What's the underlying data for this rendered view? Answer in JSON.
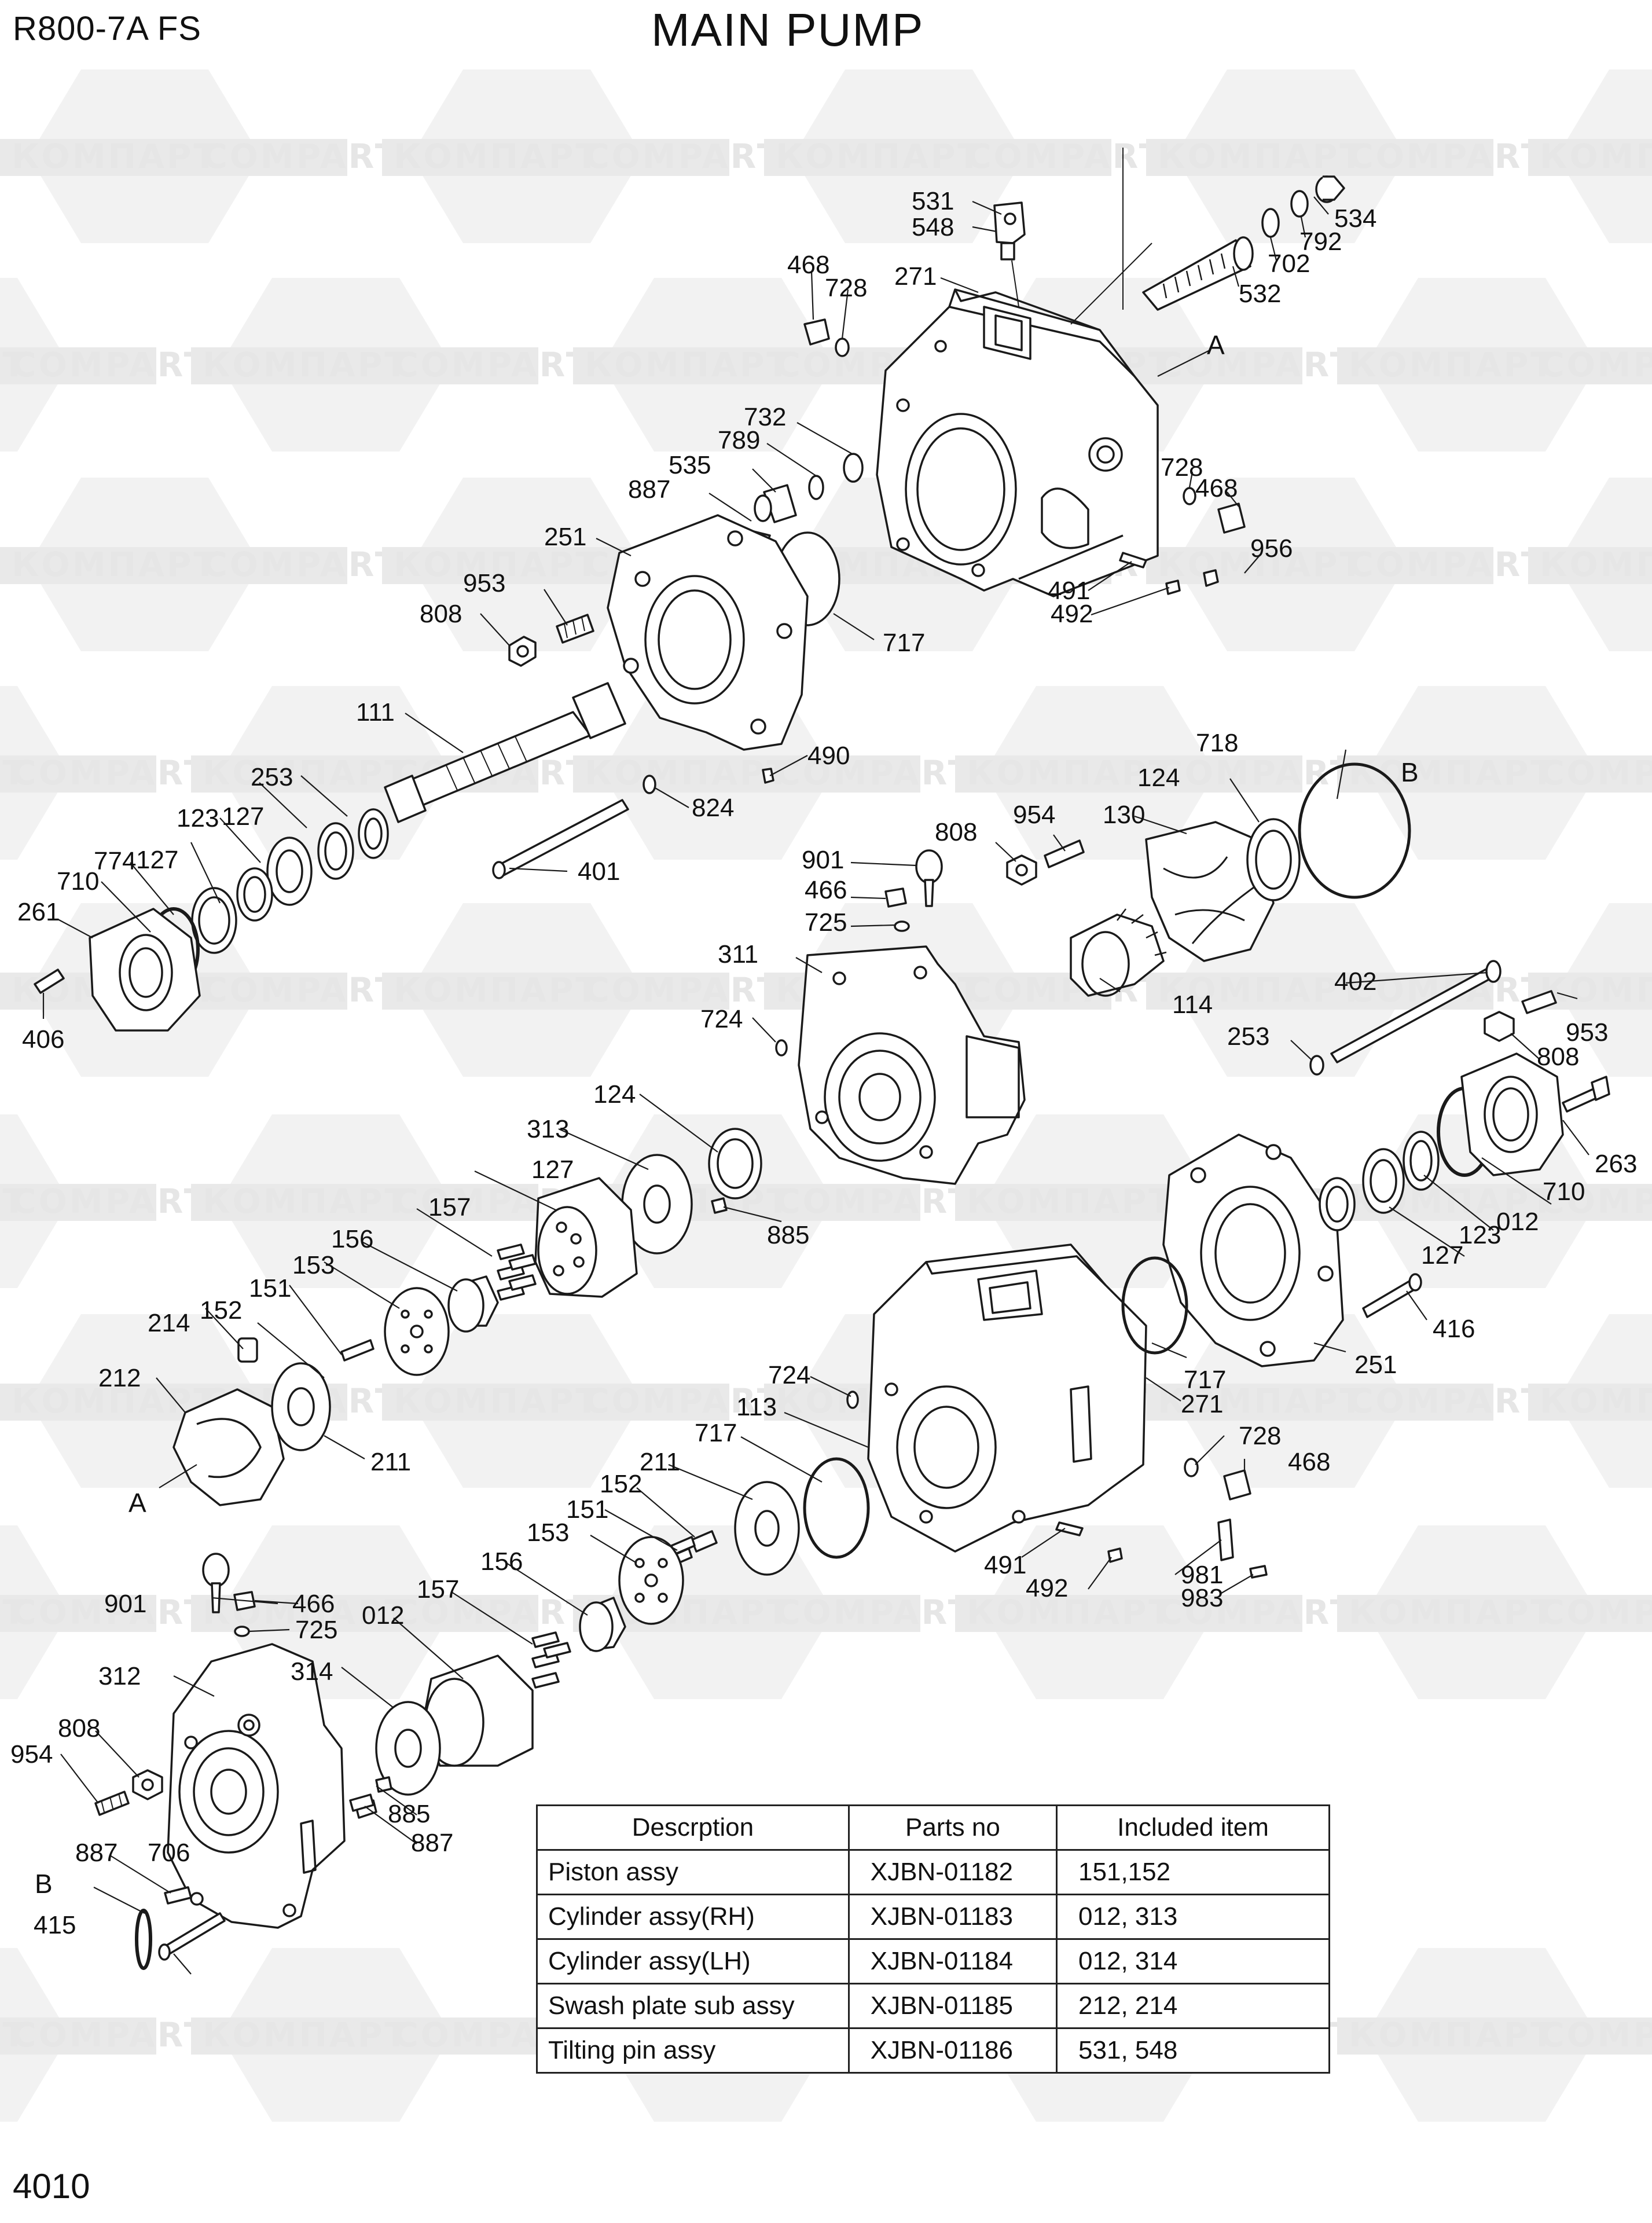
{
  "header": {
    "model": "R800-7A  FS",
    "title": "MAIN PUMP"
  },
  "page_number": "4010",
  "watermarks": [
    "КОМПАРТ",
    "COMPART"
  ],
  "callouts": [
    "531",
    "548",
    "534",
    "792",
    "702",
    "532",
    "468",
    "728",
    "271",
    "A",
    "732",
    "789",
    "535",
    "887",
    "728",
    "468",
    "251",
    "956",
    "953",
    "491",
    "808",
    "492",
    "717",
    "111",
    "490",
    "824",
    "253",
    "127",
    "123",
    "401",
    "127",
    "774",
    "710",
    "261",
    "406",
    "718",
    "B",
    "124",
    "954",
    "130",
    "808",
    "901",
    "466",
    "725",
    "311",
    "114",
    "724",
    "402",
    "253",
    "953",
    "808",
    "124",
    "263",
    "313",
    "710",
    "127",
    "012",
    "885",
    "123",
    "157",
    "127",
    "156",
    "153",
    "151",
    "416",
    "214",
    "152",
    "251",
    "212",
    "717",
    "724",
    "271",
    "211",
    "113",
    "728",
    "717",
    "211",
    "468",
    "A",
    "152",
    "151",
    "153",
    "491",
    "981",
    "156",
    "492",
    "983",
    "901",
    "466",
    "725",
    "157",
    "012",
    "312",
    "314",
    "808",
    "954",
    "885",
    "887",
    "887",
    "B",
    "706",
    "415"
  ],
  "parts_table": {
    "headers": [
      "Descrption",
      "Parts no",
      "Included item"
    ],
    "rows": [
      [
        "Piston  assy",
        "XJBN-01182",
        "151,152"
      ],
      [
        "Cylinder  assy(RH)",
        "XJBN-01183",
        "012, 313"
      ],
      [
        "Cylinder  assy(LH)",
        "XJBN-01184",
        "012, 314"
      ],
      [
        "Swash plate sub assy",
        "XJBN-01185",
        "212, 214"
      ],
      [
        "Tilting pin assy",
        "XJBN-01186",
        "531, 548"
      ]
    ]
  }
}
